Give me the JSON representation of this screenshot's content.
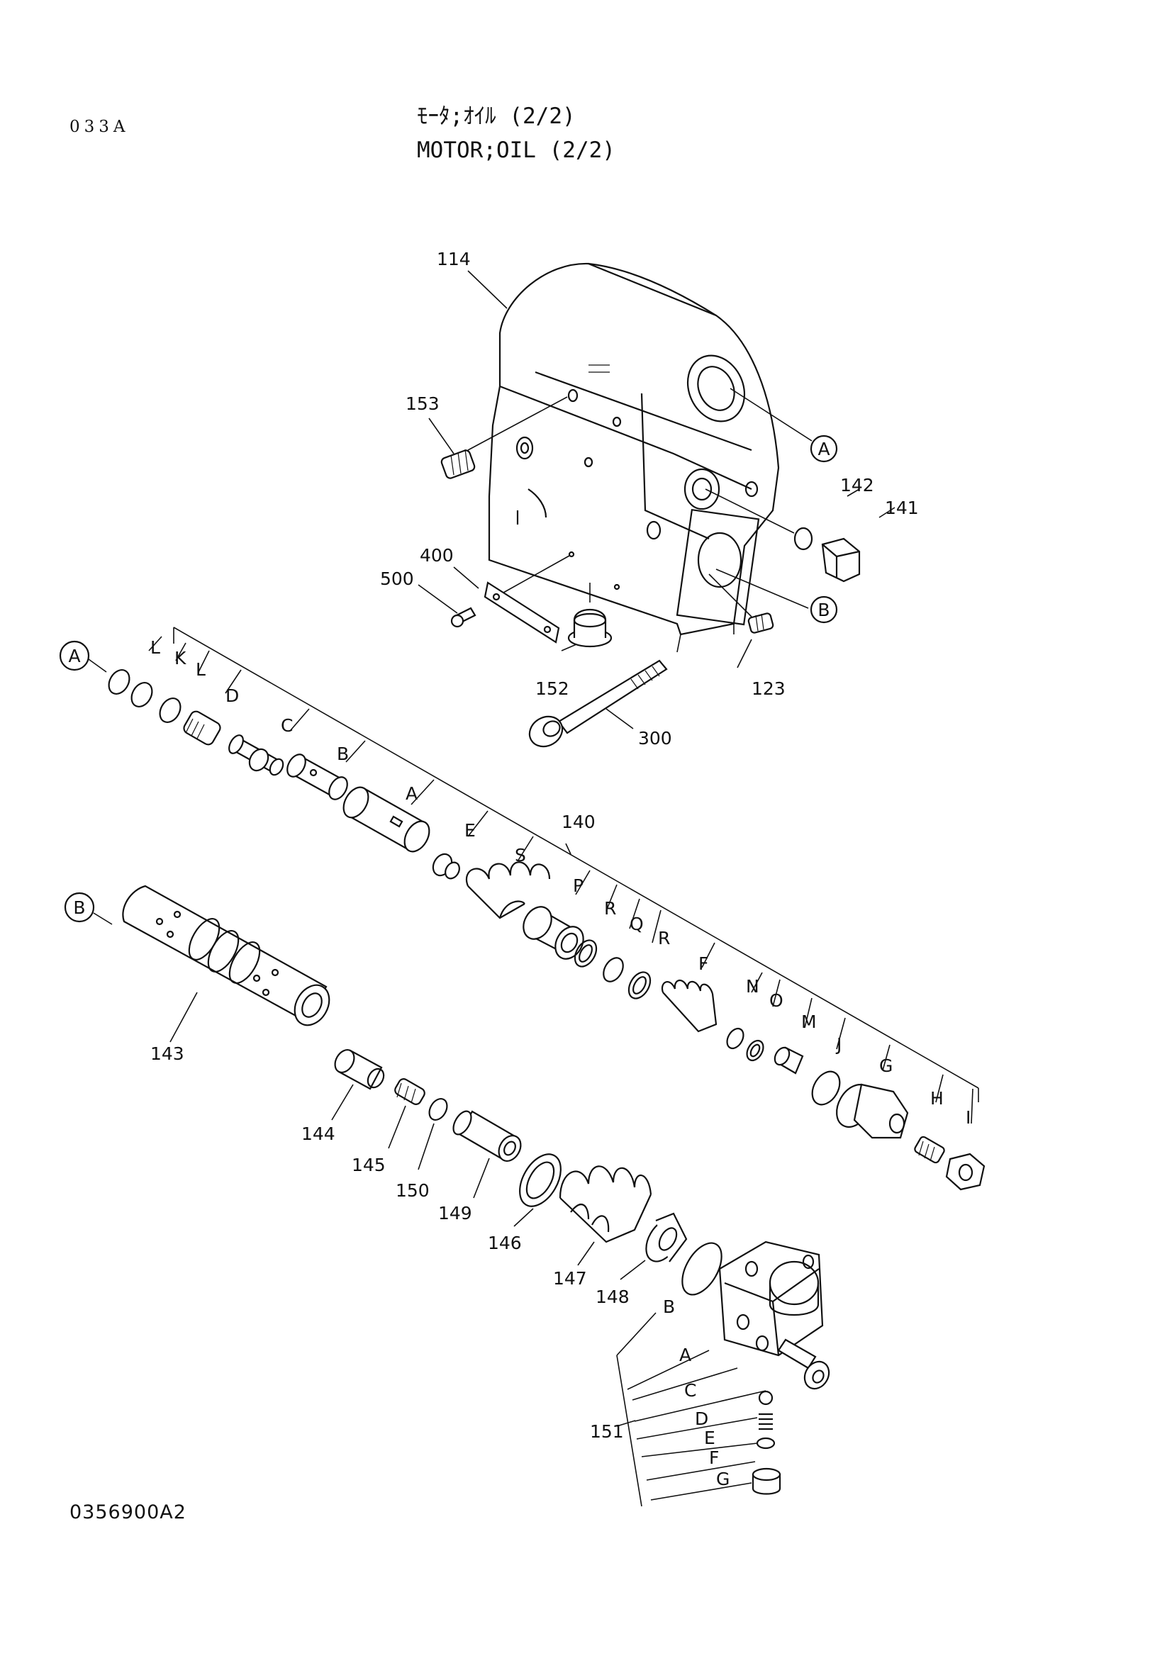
{
  "header": {
    "page_code": "033A",
    "title_jp": "ﾓｰﾀ;ｵｲﾙ (2/2)",
    "title_en": "MOTOR;OIL (2/2)"
  },
  "footer": {
    "drawing_number": "0356900A2"
  },
  "callouts": {
    "ref_a": "A",
    "ref_b": "B"
  },
  "part_numbers": {
    "p114": "114",
    "p153": "153",
    "p142": "142",
    "p141": "141",
    "p400": "400",
    "p500": "500",
    "p152": "152",
    "p123": "123",
    "p300": "300",
    "p140": "140",
    "p143": "143",
    "p144": "144",
    "p145": "145",
    "p150": "150",
    "p149": "149",
    "p146": "146",
    "p147": "147",
    "p148": "148",
    "p151": "151"
  },
  "sub_parts_140": [
    "L",
    "K",
    "L",
    "D",
    "C",
    "B",
    "A",
    "E",
    "S",
    "P",
    "R",
    "Q",
    "R",
    "F",
    "N",
    "O",
    "M",
    "J",
    "G",
    "H",
    "I"
  ],
  "sub_parts_151": [
    "B",
    "A",
    "C",
    "D",
    "E",
    "F",
    "G"
  ]
}
